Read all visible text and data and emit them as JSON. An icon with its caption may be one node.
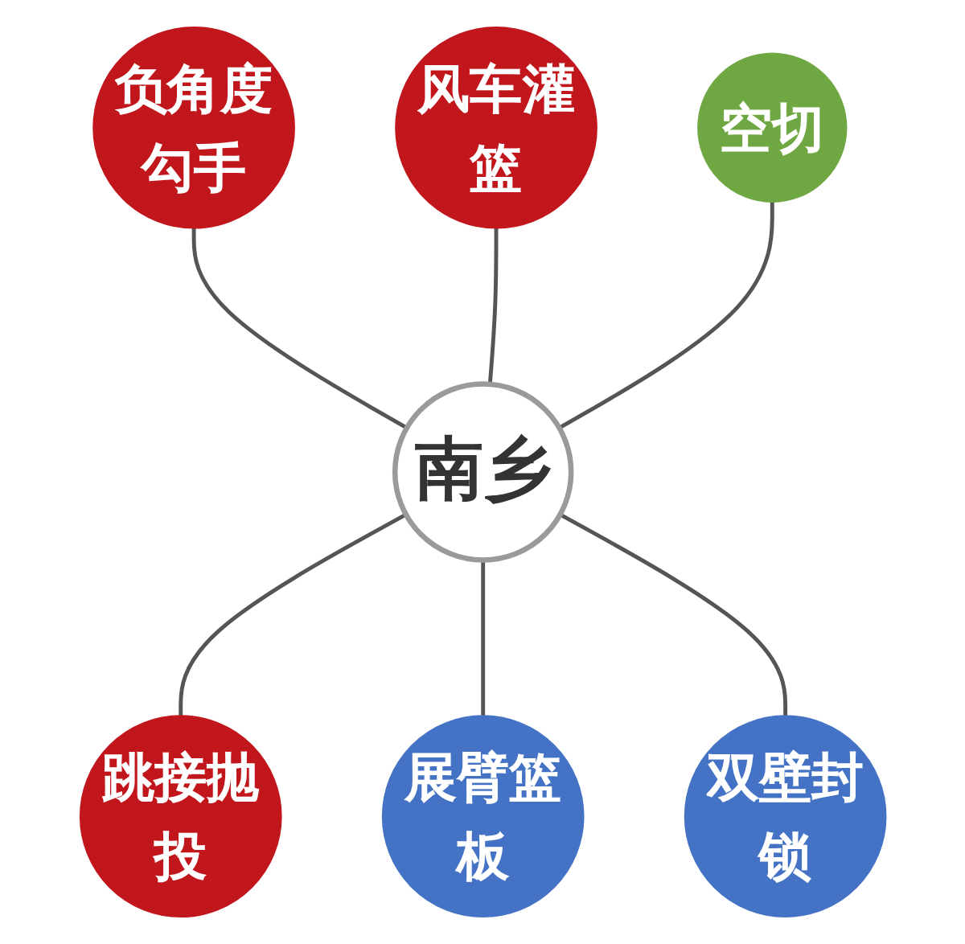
{
  "diagram": {
    "nodes": [
      {
        "text": [
          "南乡"
        ]
      },
      {
        "text": [
          "风车灌篮"
        ]
      },
      {
        "text": [
          "空切"
        ]
      },
      {
        "text": [
          "双壁封锁"
        ]
      },
      {
        "text": [
          "展臂篮板"
        ]
      },
      {
        "text": [
          "跳接抛投"
        ]
      },
      {
        "text": [
          "负角度勾手"
        ]
      }
    ],
    "edges": [
      {
        "from": 6,
        "to": 0,
        "arrow": "none"
      },
      {
        "from": 1,
        "to": 0,
        "arrow": "none"
      },
      {
        "from": 2,
        "to": 0,
        "arrow": "none"
      },
      {
        "from": 0,
        "to": 5,
        "arrow": "none"
      },
      {
        "from": 0,
        "to": 4,
        "arrow": "none"
      },
      {
        "from": 0,
        "to": 3,
        "arrow": "none"
      }
    ]
  }
}
